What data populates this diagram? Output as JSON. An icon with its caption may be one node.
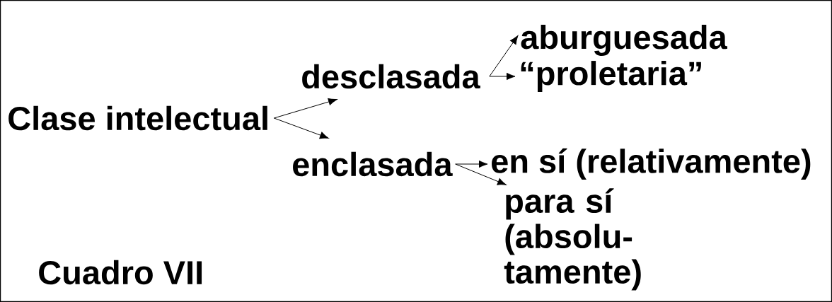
{
  "diagram": {
    "nodes": [
      {
        "text": [
          "Clase intelectual"
        ]
      },
      {
        "text": [
          "desclasada"
        ]
      },
      {
        "text": [
          "aburguesada"
        ]
      },
      {
        "text": [
          "“proletaria”"
        ]
      },
      {
        "text": [
          "enclasada"
        ]
      },
      {
        "text": [
          "en sí (relativamente)"
        ]
      },
      {
        "text": [
          "para sí (absolu- tamente)"
        ]
      }
    ],
    "edges": [
      {
        "from": 0,
        "to": 1,
        "arrow": "to"
      },
      {
        "from": 0,
        "to": 4,
        "arrow": "to"
      },
      {
        "from": 1,
        "to": 2,
        "arrow": "to"
      },
      {
        "from": 1,
        "to": 3,
        "arrow": "to"
      },
      {
        "from": 4,
        "to": 5,
        "arrow": "to"
      },
      {
        "from": 4,
        "to": 6,
        "arrow": "to"
      }
    ],
    "labels": [
      "Cuadro VII"
    ]
  }
}
